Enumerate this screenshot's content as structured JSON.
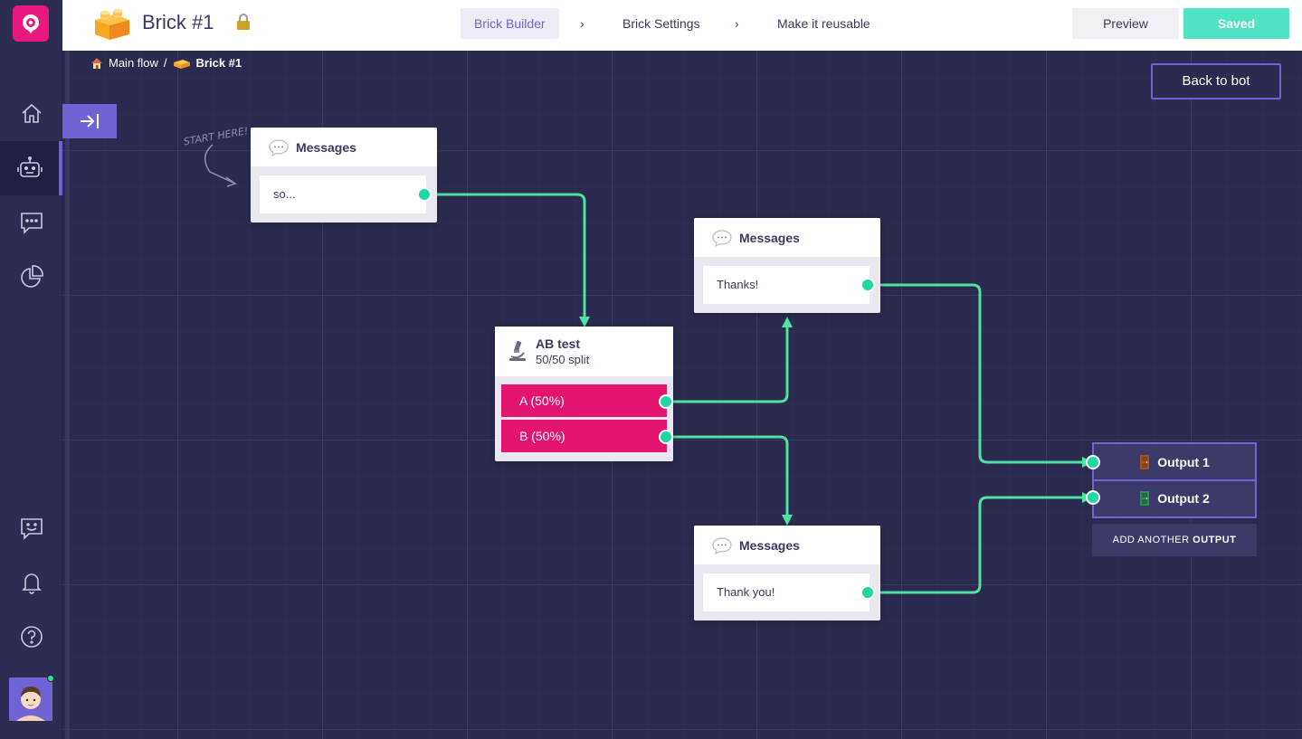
{
  "topbar": {
    "title": "Brick #1",
    "steps": [
      "Brick Builder",
      "Brick Settings",
      "Make it reusable"
    ],
    "chevron": "›",
    "preview_label": "Preview",
    "saved_label": "Saved"
  },
  "breadcrumb": {
    "parent": "Main flow",
    "separator": "/",
    "current": "Brick #1"
  },
  "canvas": {
    "back_label": "Back to bot",
    "start_hint": "START HERE!"
  },
  "nodes": {
    "messages1": {
      "title": "Messages",
      "text": "so..."
    },
    "messages2": {
      "title": "Messages",
      "text": "Thanks!"
    },
    "messages3": {
      "title": "Messages",
      "text": "Thank you!"
    },
    "abtest": {
      "title": "AB test",
      "subtitle": "50/50 split",
      "option_a": "A (50%)",
      "option_b": "B (50%)"
    }
  },
  "outputs": {
    "items": [
      "Output 1",
      "Output 2"
    ],
    "add_prefix": "ADD ANOTHER ",
    "add_bold": "OUTPUT"
  },
  "colors": {
    "accent": "#6f63d6",
    "brand": "#e9187e",
    "connector": "#4ee3a0",
    "ab_option": "#e3146f",
    "saved": "#4ee3c2"
  },
  "icons": {
    "sidebar": [
      "home-icon",
      "bot-icon",
      "chat-icon",
      "analytics-icon",
      "feedback-icon",
      "bell-icon",
      "help-icon"
    ]
  }
}
